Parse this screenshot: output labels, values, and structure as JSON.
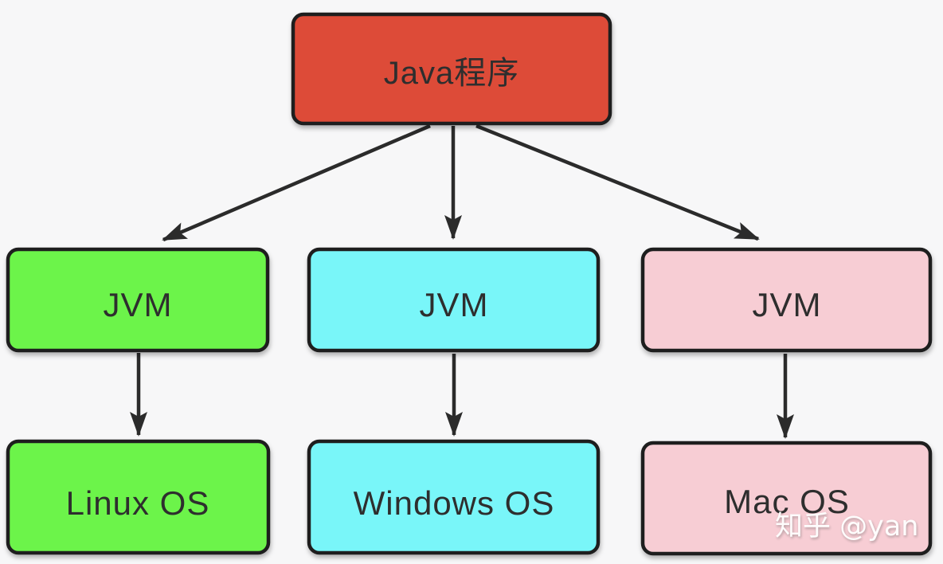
{
  "diagram": {
    "title_context": "Java cross-platform execution diagram",
    "background": "#f7f7f8",
    "border_color": "#1e1e1e",
    "arrow_color": "#2b2b2b",
    "text_color": "#2e2e2e",
    "nodes": {
      "java_program": {
        "label": "Java程序",
        "fill": "#dd4b38"
      },
      "jvm_linux": {
        "label": "JVM",
        "fill": "#6cf44a"
      },
      "jvm_windows": {
        "label": "JVM",
        "fill": "#79f6f9"
      },
      "jvm_mac": {
        "label": "JVM",
        "fill": "#f7cdd4"
      },
      "linux_os": {
        "label": "Linux OS",
        "fill": "#6cf44a"
      },
      "windows_os": {
        "label": "Windows OS",
        "fill": "#79f6f9"
      },
      "mac_os": {
        "label": "Mac OS",
        "fill": "#f7cdd4"
      }
    },
    "edges": [
      {
        "from": "java_program",
        "to": "jvm_linux"
      },
      {
        "from": "java_program",
        "to": "jvm_windows"
      },
      {
        "from": "java_program",
        "to": "jvm_mac"
      },
      {
        "from": "jvm_linux",
        "to": "linux_os"
      },
      {
        "from": "jvm_windows",
        "to": "windows_os"
      },
      {
        "from": "jvm_mac",
        "to": "mac_os"
      }
    ]
  },
  "watermark": {
    "text": "知乎 @yan",
    "color": "#ffffff"
  }
}
